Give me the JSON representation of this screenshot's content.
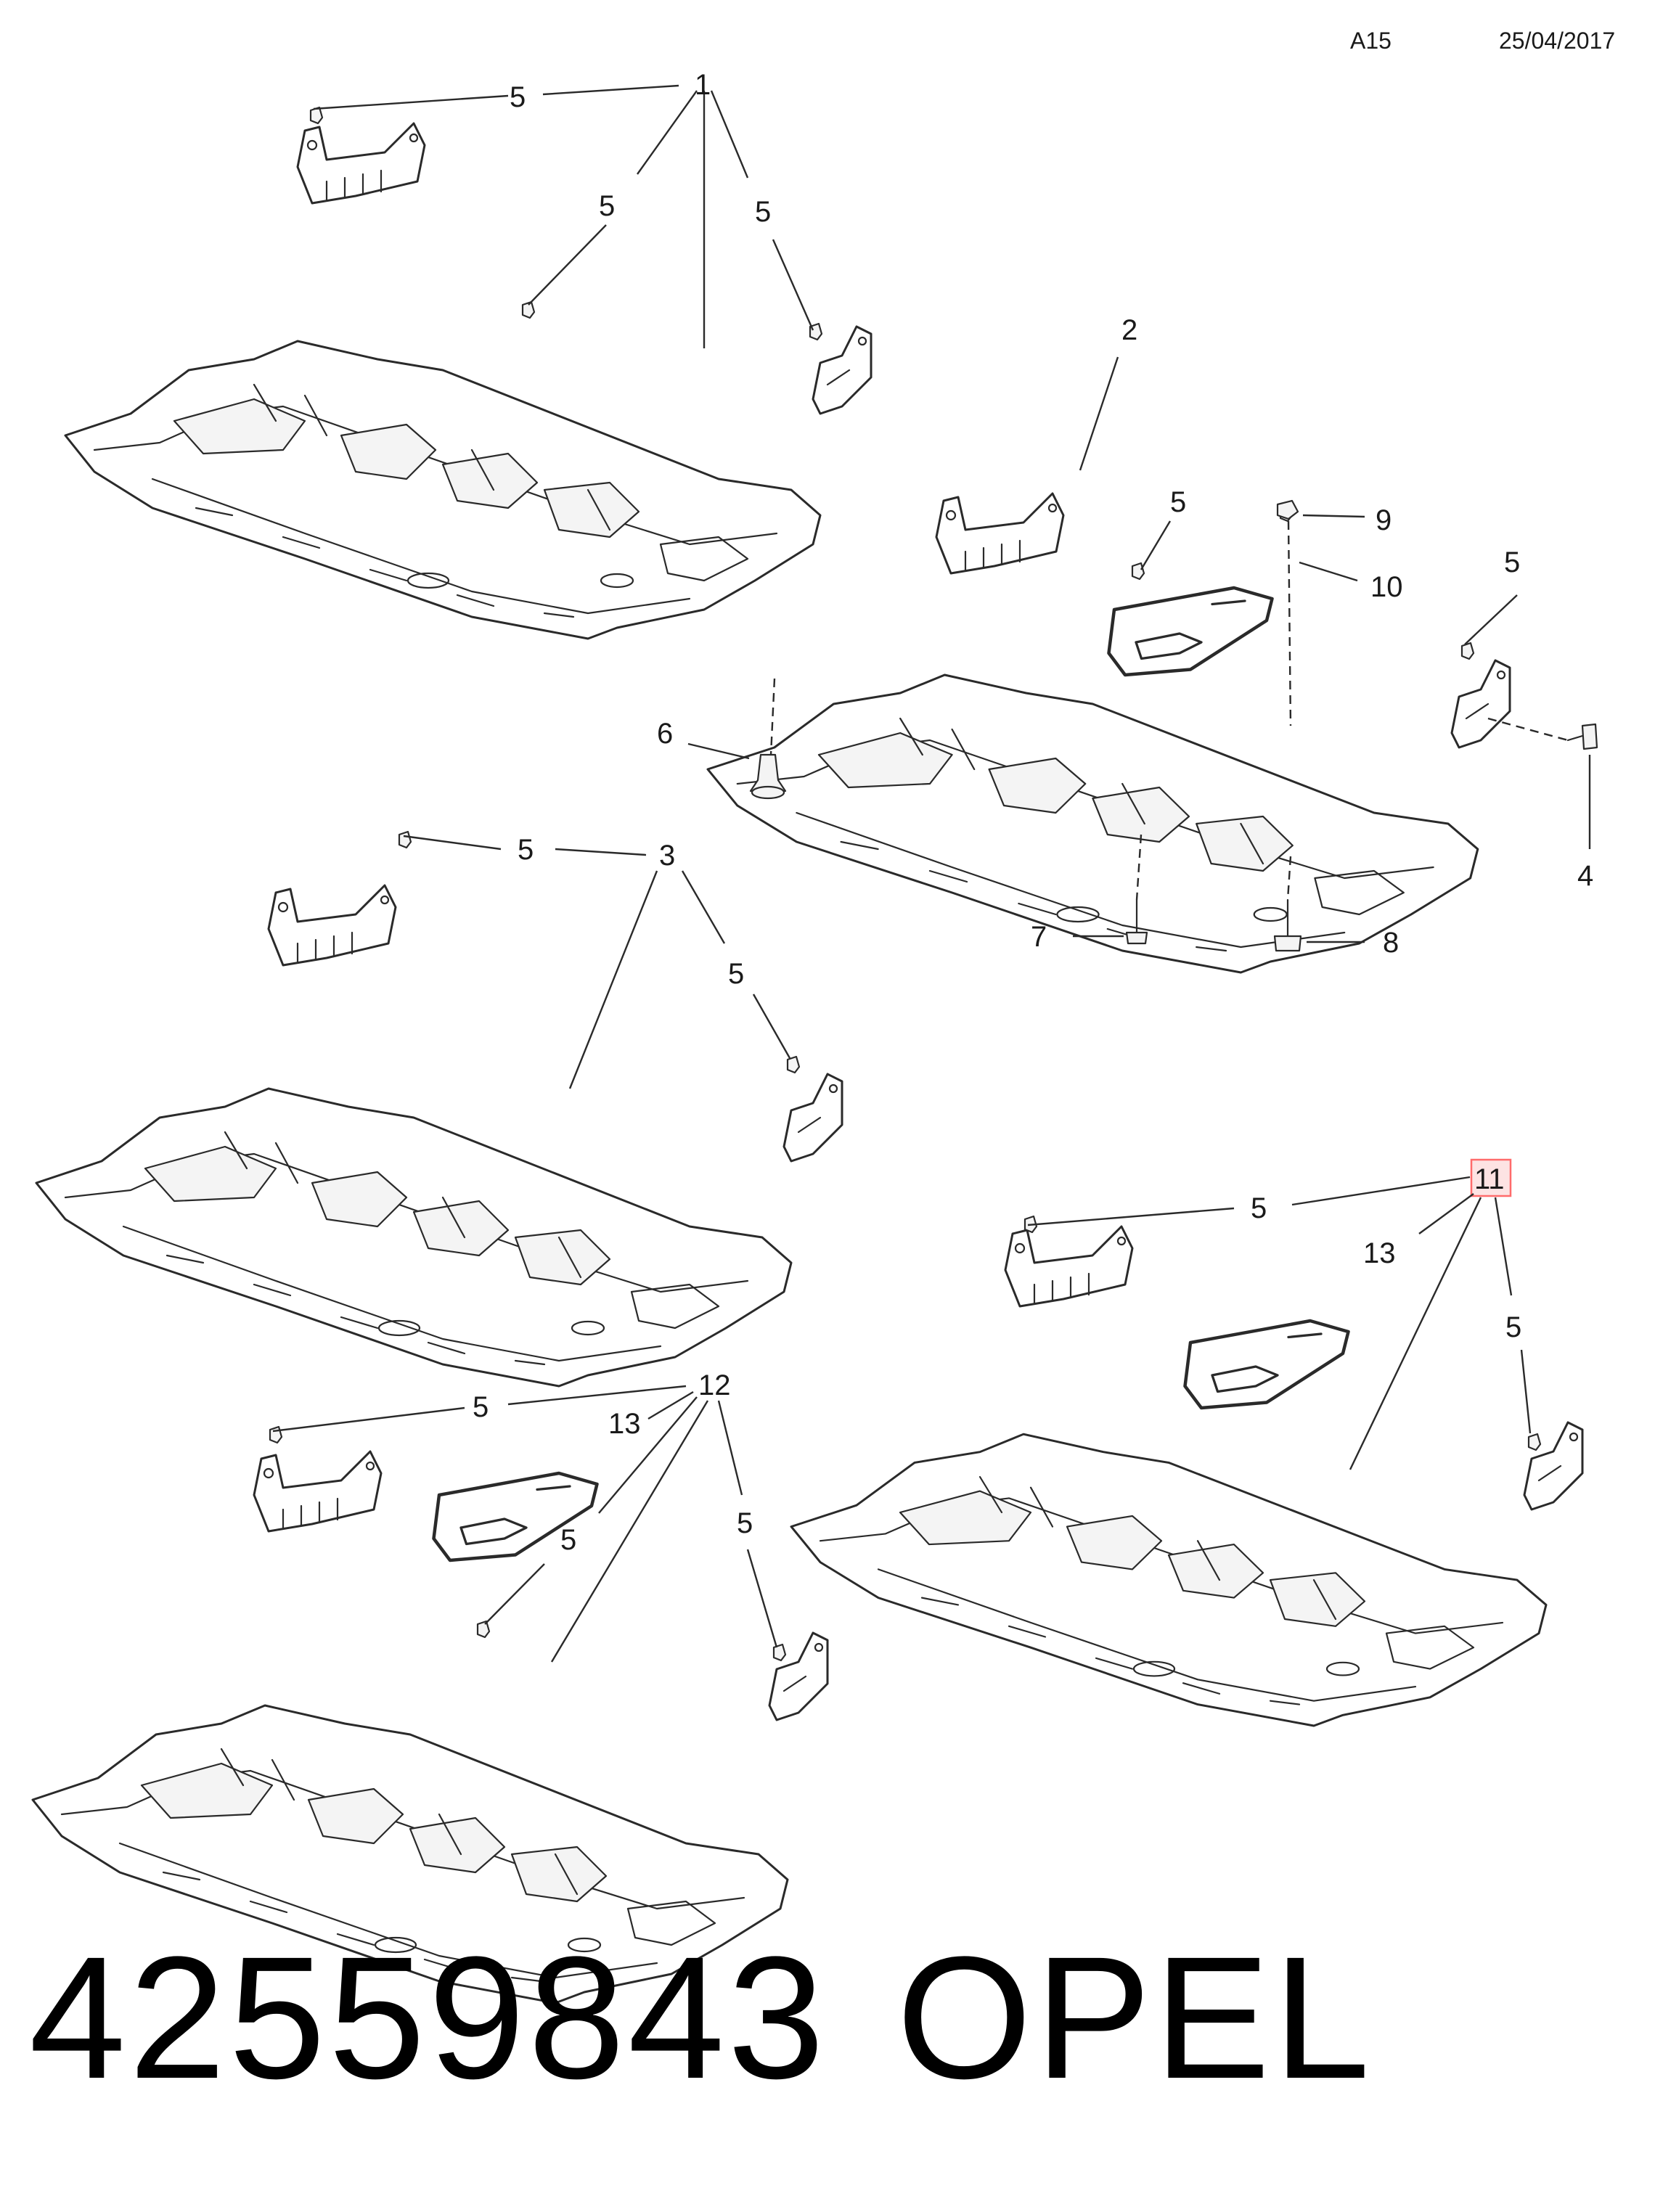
{
  "header": {
    "page_code": "A15",
    "date": "25/04/2017"
  },
  "part_number": "42559843",
  "brand": "OPEL",
  "highlight_color": "#ff6b6b",
  "callouts": {
    "c1": "1",
    "c2": "2",
    "c3": "3",
    "c4": "4",
    "c5": "5",
    "c6": "6",
    "c7": "7",
    "c8": "8",
    "c9": "9",
    "c10": "10",
    "c11": "11",
    "c12": "12",
    "c13": "13"
  }
}
